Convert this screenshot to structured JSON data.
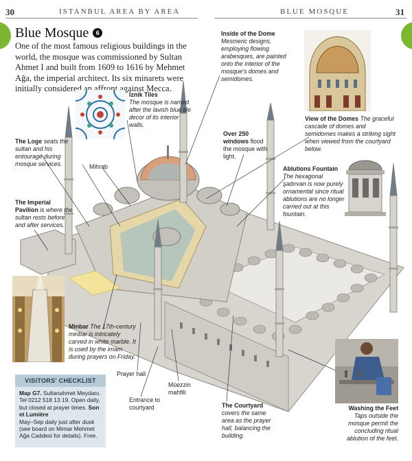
{
  "header": {
    "left_page_number": "30",
    "left_section": "ISTANBUL AREA BY AREA",
    "right_section": "BLUE MOSQUE",
    "right_page_number": "31"
  },
  "title": "Blue Mosque",
  "title_number": "6",
  "intro": "One of the most famous religious buildings in the world, the mosque was commissioned by Sultan Ahmet I and built from 1609 to 1616 by Mehmet Ağa, the imperial architect. Its six minarets were initially considered an affront against Mecca.",
  "captions": {
    "iznik": {
      "head": "İznik Tiles",
      "body": "The mosque is named after the lavish blue tile decor of its interior walls."
    },
    "inside_dome": {
      "head": "Inside of the Dome",
      "body": "Mesmeric designs, employing flowing arabesques, are painted onto the interior of the mosque's domes and semidomes."
    },
    "view_domes": {
      "head": "View of the Domes",
      "body": "The graceful cascade of domes and semidomes makes a striking sight when viewed from the courtyard below."
    },
    "windows": {
      "head": "Over 250 windows",
      "body": "flood the mosque with light."
    },
    "ablutions": {
      "head": "Ablutions Fountain",
      "body": "The hexagonal şadırvan is now purely ornamental since ritual ablutions are no longer carried out at this fountain."
    },
    "loge": {
      "head": "The Loge",
      "body": "seats the sultan and his entourage during mosque services."
    },
    "pavilion": {
      "head": "The Imperial Pavilion",
      "body": "is where the sultan rests before and after services."
    },
    "minbar": {
      "head": "Minbar",
      "body": "The 17th-century minbar is intricately carved in white marble. It is used by the imam during prayers on Friday."
    },
    "courtyard": {
      "head": "The Courtyard",
      "body": "covers the same area as the prayer hall, balancing the building."
    },
    "washing": {
      "head": "Washing the Feet",
      "body": "Taps outside the mosque permit the concluding ritual ablution of the feet."
    }
  },
  "labels": {
    "mihrab": "Mihrab",
    "prayer_hall": "Prayer hall",
    "muezzin": "Müezzin mahfili",
    "entrance": "Entrance to courtyard"
  },
  "checklist": {
    "heading": "VISITORS' CHECKLIST",
    "map_ref": "Map G7.",
    "line1": "Sultanahmet Meydanı. Tel 0212 518 13 19. Open daily, but closed at prayer times.",
    "son_head": "Son et Lumière",
    "line2": "May–Sep daily just after dusk (see board on Mimar Mehmet Ağa Caddesi for details). Free."
  },
  "colors": {
    "accent_green": "#7cb82f",
    "checklist_bg": "#dde7ec",
    "checklist_head": "#b7ccd6",
    "stone": "#c9c6bf"
  }
}
